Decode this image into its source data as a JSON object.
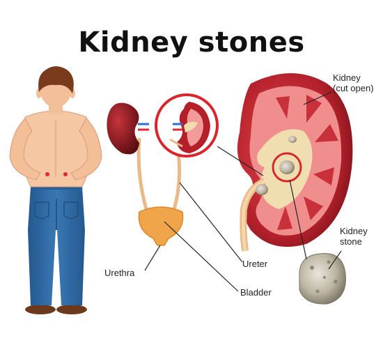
{
  "title": "Kidney stones",
  "labels": {
    "kidney_cut_open_line1": "Kidney",
    "kidney_cut_open_line2": "(cut open)",
    "kidney_stone_line1": "Kidney",
    "kidney_stone_line2": "stone",
    "urethra": "Urethra",
    "ureter": "Ureter",
    "bladder": "Bladder"
  },
  "colors": {
    "callout_ring": "#d9262c",
    "kidney_red": "#b3202a",
    "kidney_dark": "#6b0f17",
    "cortex_pink": "#f39a9a",
    "pelvis_tan": "#f0ddb0",
    "shirtless_skin": "#f6c7a3",
    "jeans": "#2f6aa1",
    "hair": "#7a3b1c",
    "bladder_orange": "#f0a54a"
  }
}
